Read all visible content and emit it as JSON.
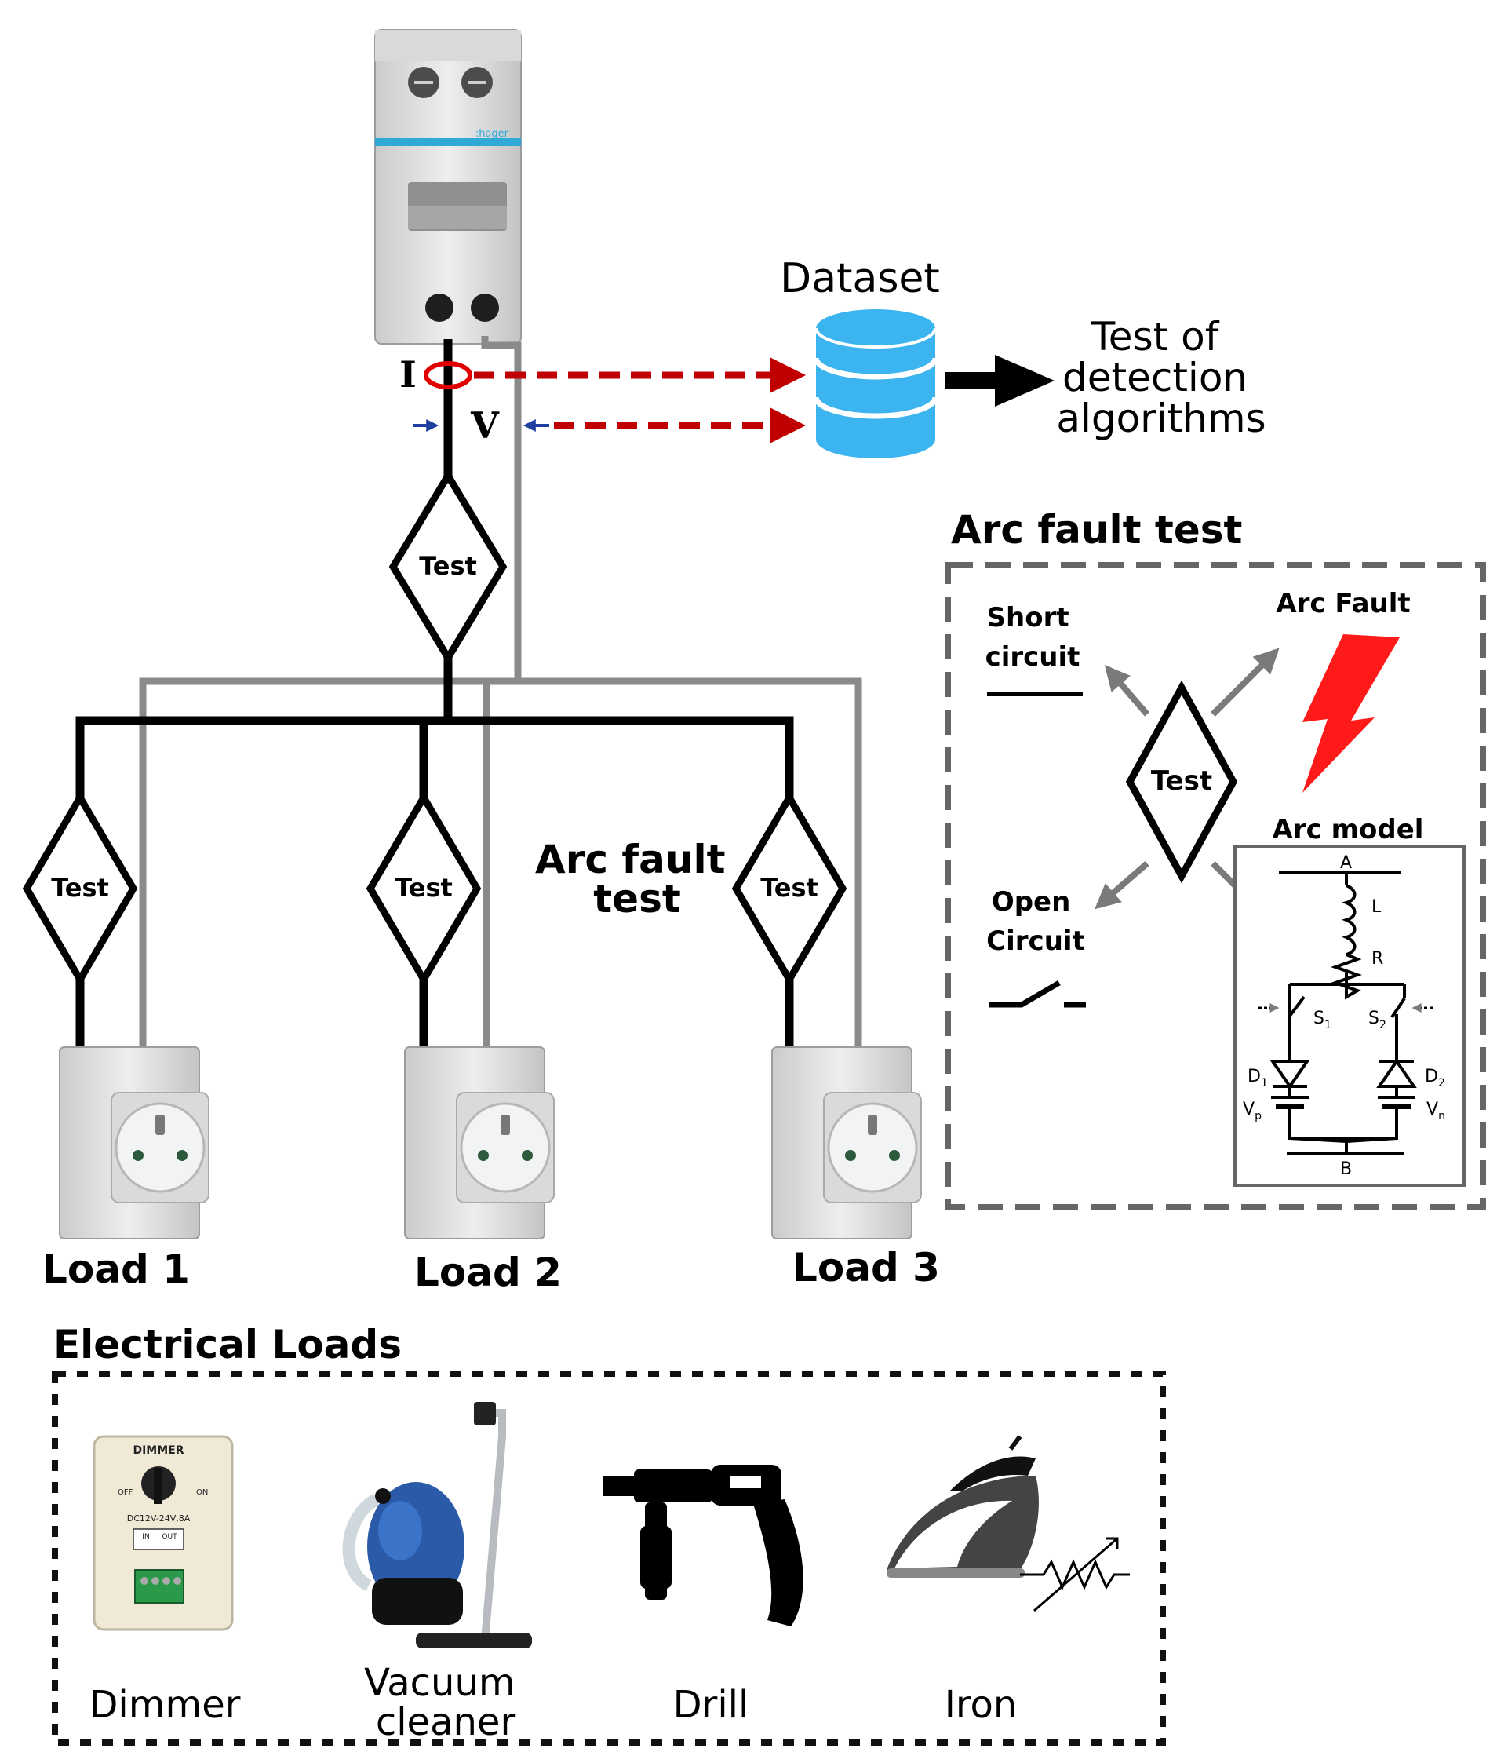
{
  "measure": {
    "current": "I",
    "voltage": "V"
  },
  "dataset": {
    "label": "Dataset",
    "output_lines": [
      "Test of",
      "detection",
      "algorithms"
    ]
  },
  "test_label": "Test",
  "loads": [
    "Load 1",
    "Load 2",
    "Load 3"
  ],
  "middle_label": [
    "Arc fault",
    "test"
  ],
  "arc_panel": {
    "title": "Arc fault test",
    "short_circuit": [
      "Short",
      "circuit"
    ],
    "arc_fault": "Arc Fault",
    "open_circuit": [
      "Open",
      "Circuit"
    ],
    "arc_model": {
      "title": "Arc model",
      "node_a": "A",
      "node_b": "B",
      "inductor": "L",
      "resistor": "R",
      "s1": "S",
      "s1_sub": "1",
      "s2": "S",
      "s2_sub": "2",
      "d1": "D",
      "d1_sub": "1",
      "d2": "D",
      "d2_sub": "2",
      "vp": "V",
      "vp_sub": "p",
      "vn": "V",
      "vn_sub": "n"
    }
  },
  "electrical_loads": {
    "title": "Electrical Loads",
    "items": [
      "Dimmer",
      [
        "Vacuum",
        "cleaner"
      ],
      "Drill",
      "Iron"
    ]
  },
  "dimmer_device": {
    "brand": "DIMMER",
    "off": "OFF",
    "on": "ON",
    "rating": "DC12V-24V,8A",
    "in": "IN",
    "out": "OUT"
  },
  "breaker_brand": ":hager",
  "colors": {
    "wire_black": "#000000",
    "wire_gray": "#8a8a8a",
    "signal_red": "#c00000",
    "db_blue": "#3bb4f0",
    "bolt_red": "#ff1a1a",
    "arrow_gray": "#7a7a7a"
  }
}
